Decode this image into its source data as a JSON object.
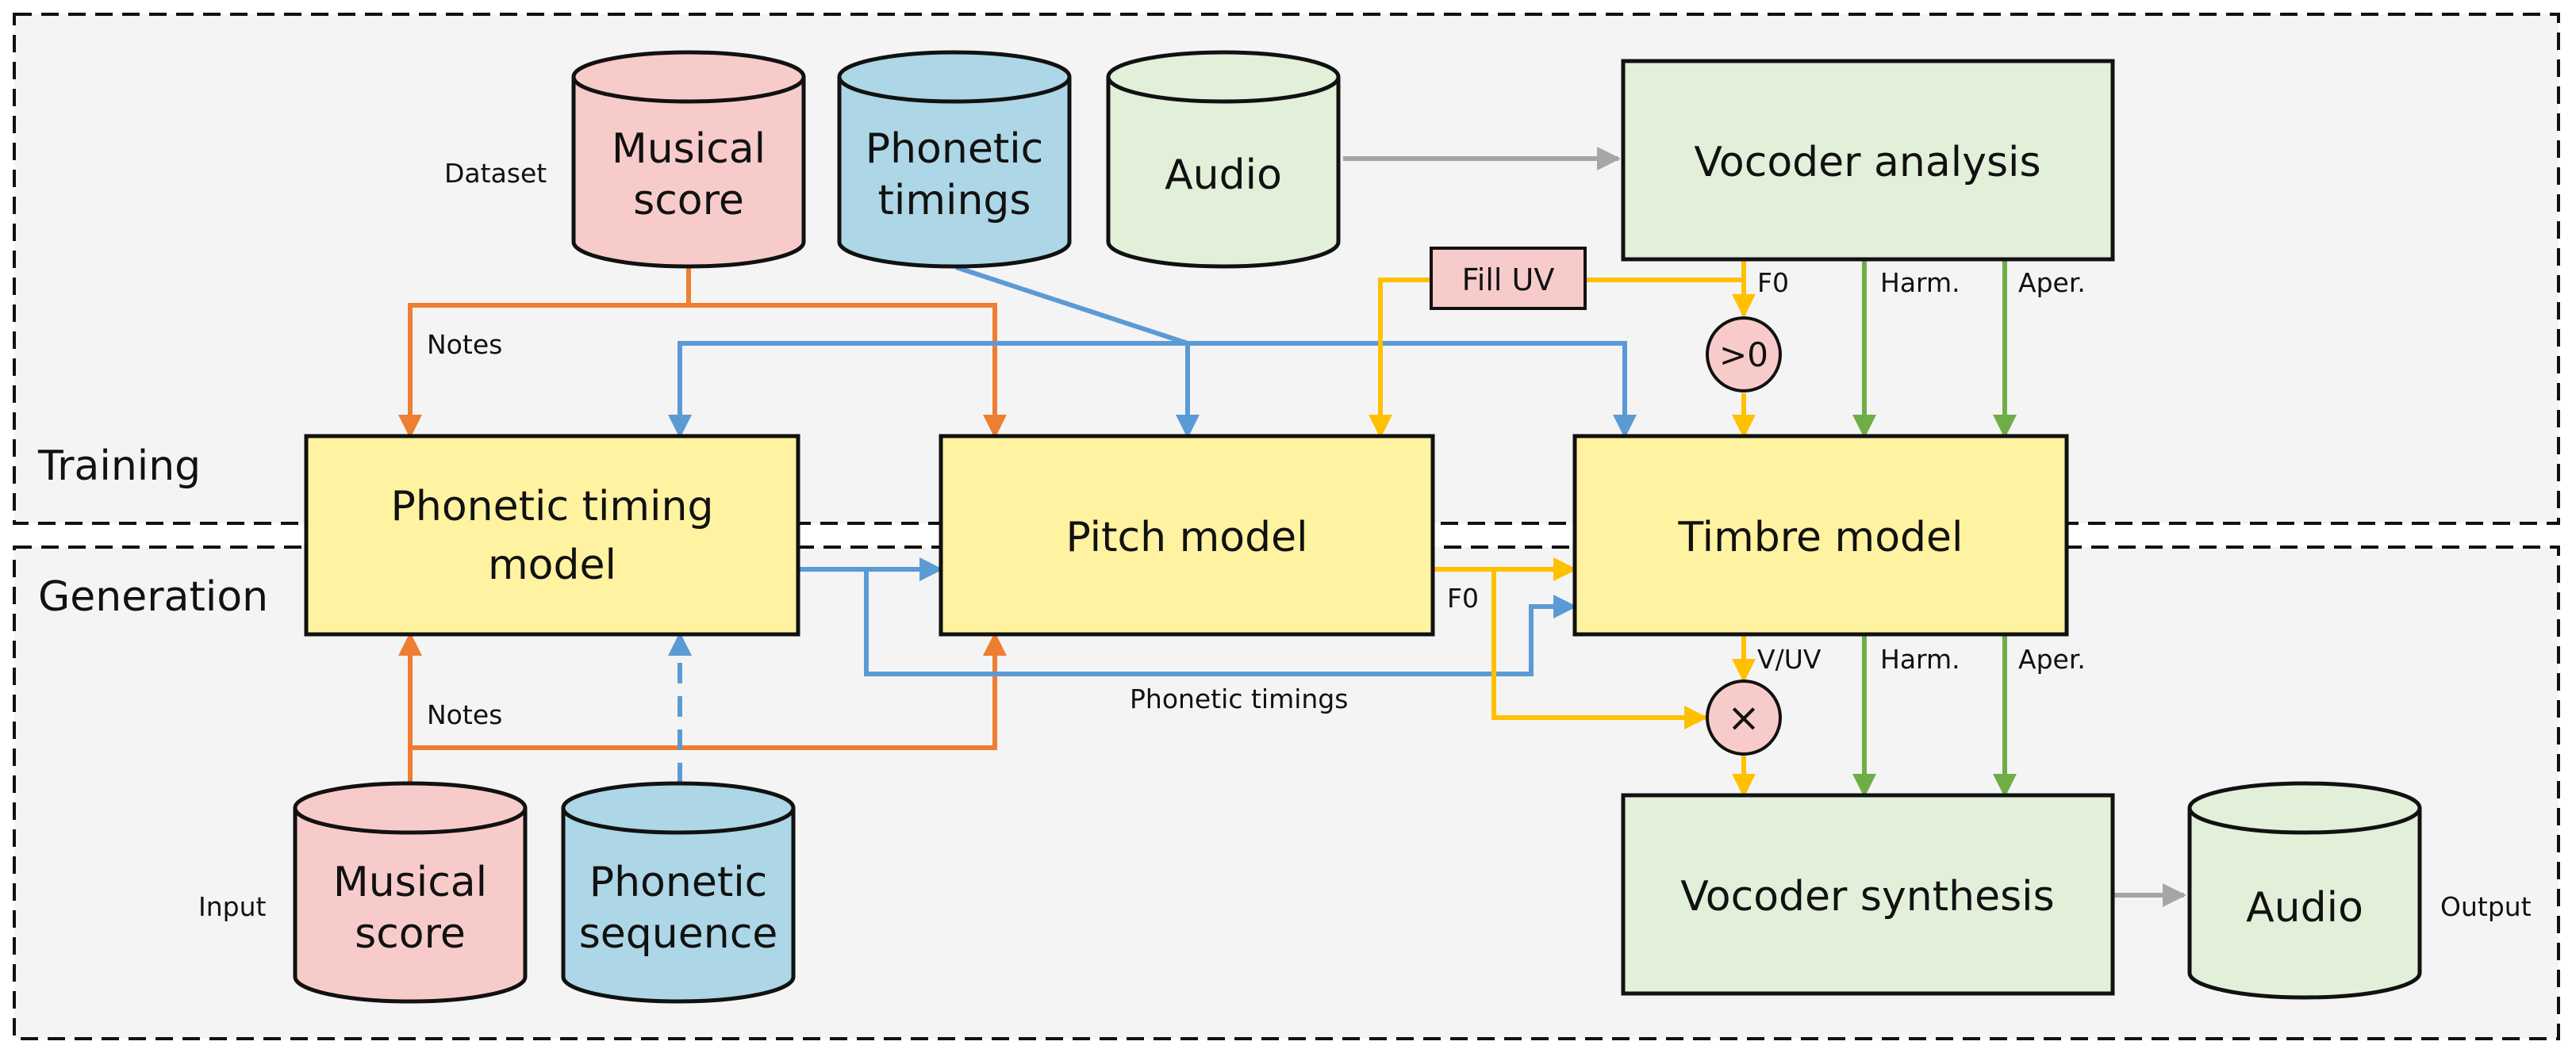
{
  "regions": {
    "training": "Training",
    "generation": "Generation"
  },
  "dataset": {
    "label": "Dataset",
    "musical_score": [
      "Musical",
      "score"
    ],
    "phonetic_timings": [
      "Phonetic",
      "timings"
    ],
    "audio": "Audio"
  },
  "input": {
    "label": "Input",
    "musical_score": [
      "Musical",
      "score"
    ],
    "phonetic_sequence": [
      "Phonetic",
      "sequence"
    ]
  },
  "output": {
    "label": "Output",
    "audio": "Audio"
  },
  "models": {
    "phonetic_timing": [
      "Phonetic timing",
      "model"
    ],
    "pitch": "Pitch model",
    "timbre": "Timbre model"
  },
  "vocoder": {
    "analysis": "Vocoder analysis",
    "synthesis": "Vocoder synthesis"
  },
  "ops": {
    "fill_uv": "Fill UV",
    "greater_zero": ">0",
    "multiply": "×"
  },
  "edge_labels": {
    "notes_top": "Notes",
    "notes_bottom": "Notes",
    "f0_analysis": "F0",
    "harm_top": "Harm.",
    "aper_top": "Aper.",
    "f0_pitch": "F0",
    "vuv": "V/UV",
    "harm_bottom": "Harm.",
    "aper_bottom": "Aper.",
    "phonetic_timings": "Phonetic timings"
  },
  "colors": {
    "notes_orange": "#EE7E32",
    "timing_blue": "#5B9BD5",
    "f0_yellow": "#FFC000",
    "spectral_green": "#70AD47",
    "audio_gray": "#A6A6A6",
    "red_fill": "#F8CBCB",
    "blue_fill": "#ADD6E6",
    "green_fill": "#E2EFD9",
    "model_fill": "#FFF2A0"
  }
}
